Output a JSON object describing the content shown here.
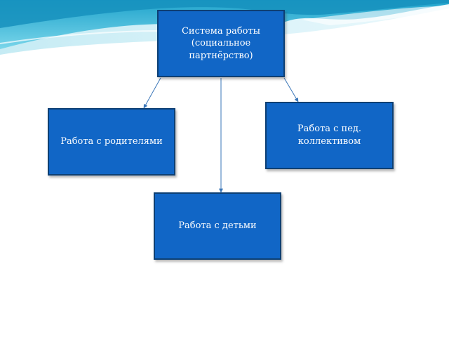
{
  "diagram": {
    "nodes": {
      "root": "Система работы\n(социальное\nпартнёрство)",
      "parents": "Работа с родителями",
      "staff": "Работа с пед.\nколлективом",
      "children": "Работа с детьми"
    },
    "edges": [
      {
        "from": "root",
        "to": "parents"
      },
      {
        "from": "root",
        "to": "children"
      },
      {
        "from": "root",
        "to": "staff"
      }
    ]
  },
  "colors": {
    "node_fill": "#1166c6",
    "node_border": "#0d3f73",
    "node_text": "#ffffff",
    "arrow": "#3a76b8",
    "wave": "#2ab3d6"
  }
}
